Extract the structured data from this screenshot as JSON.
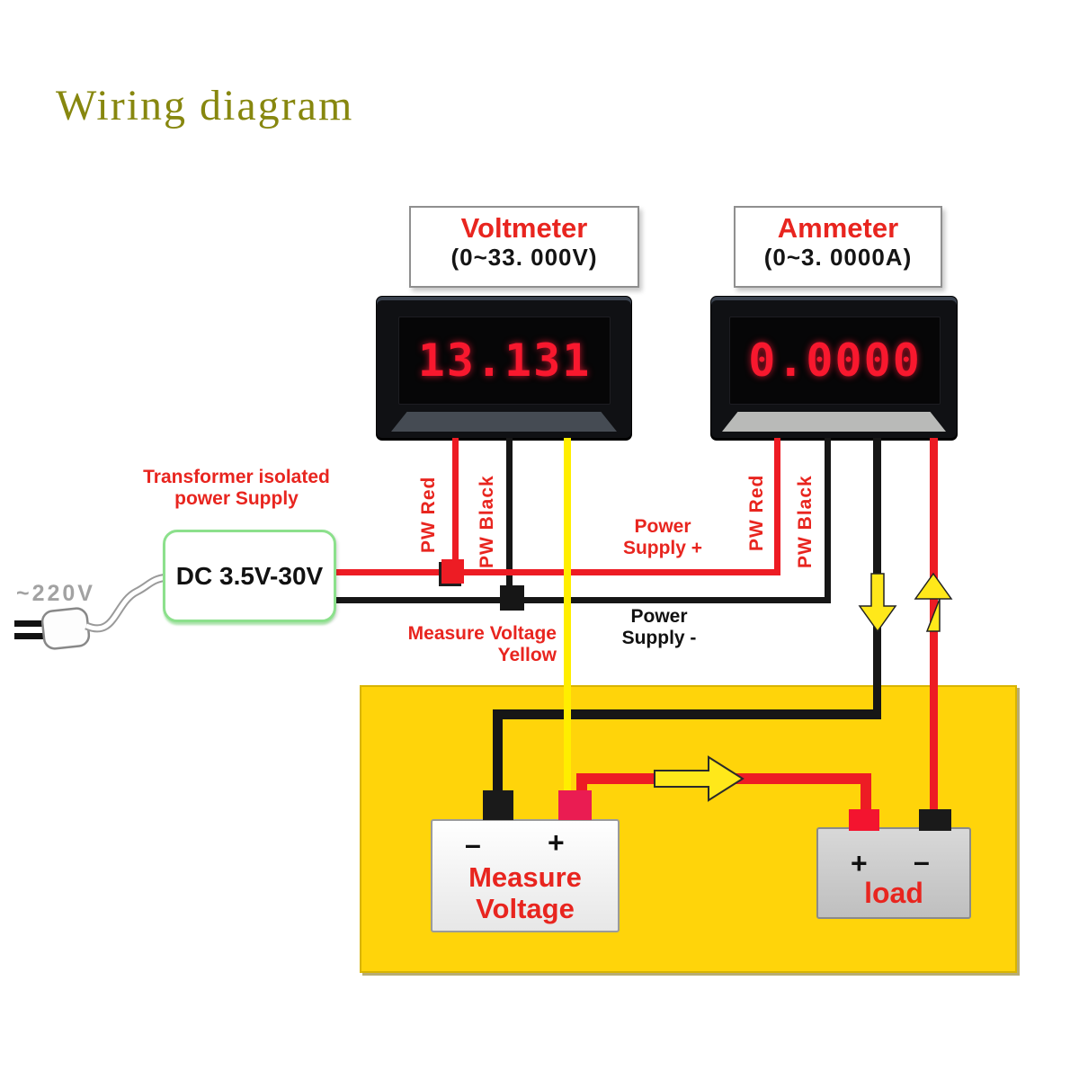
{
  "colors": {
    "title-olive": "#87870f",
    "label-red": "#e8251f",
    "wire-red": "#ed1c24",
    "wire-yellow": "#ffee00",
    "bg-yellow": "#ffd40a",
    "led-red": "#f8182e",
    "terminal-pink": "#ea1c52"
  },
  "title": "Wiring diagram",
  "voltmeter": {
    "name": "Voltmeter",
    "range": "(0~33. 000V)",
    "reading": "13.131"
  },
  "ammeter": {
    "name": "Ammeter",
    "range": "(0~3. 0000A)",
    "reading": "0.0000"
  },
  "power_supply": {
    "transformer_line1": "Transformer isolated",
    "transformer_line2": "power Supply",
    "dc_output": "DC 3.5V-30V",
    "mains": "~220V"
  },
  "wire_labels": {
    "pw_red": "PW Red",
    "pw_black": "PW Black",
    "supply_plus_line1": "Power",
    "supply_plus_line2": "Supply +",
    "supply_minus_line1": "Power",
    "supply_minus_line2": "Supply -",
    "measure_yellow_line1": "Measure Voltage",
    "measure_yellow_line2": "Yellow"
  },
  "measure_battery": {
    "minus": "–",
    "plus": "+",
    "line1": "Measure",
    "line2": "Voltage"
  },
  "load": {
    "plus": "+",
    "minus": "–",
    "name": "load"
  }
}
